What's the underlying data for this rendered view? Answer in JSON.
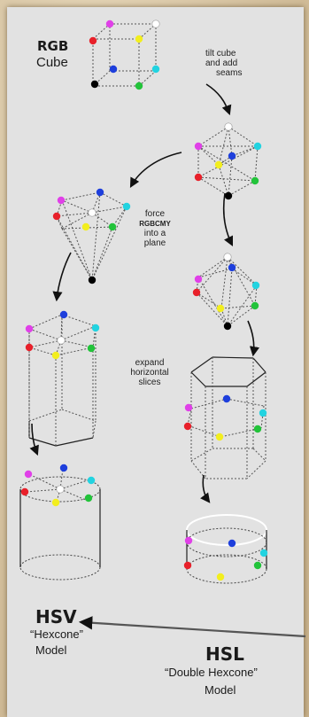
{
  "labels": {
    "rgb_title": "RGB",
    "rgb_sub": "Cube",
    "step1": [
      "tilt cube",
      "and add",
      "seams"
    ],
    "step2": [
      "force",
      "RGBCMY",
      "into a",
      "plane"
    ],
    "step3": [
      "expand",
      "horizontal",
      "slices"
    ],
    "hsv_title": "HSV",
    "hsv_sub1": "“Hexcone”",
    "hsv_sub2": "Model",
    "hsl_title": "HSL",
    "hsl_sub1": "“Double Hexcone”",
    "hsl_sub2": "Model"
  },
  "colors": {
    "red": "#e8202a",
    "green": "#22c33a",
    "blue": "#1e3fdc",
    "cyan": "#22d3e0",
    "magenta": "#e040e8",
    "yellow": "#f2ee1e",
    "white": "#ffffff",
    "black": "#000000",
    "arrow": "#4b4b4b"
  }
}
